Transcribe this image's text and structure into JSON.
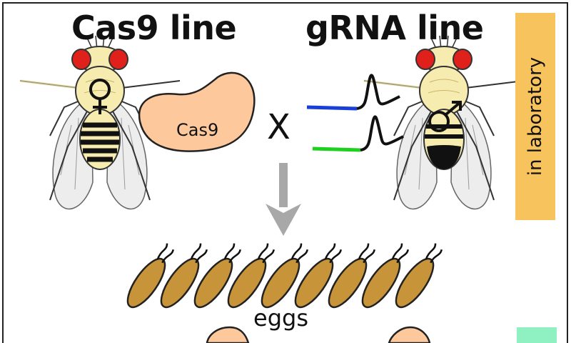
{
  "titles": {
    "left": "Cas9 line",
    "right": "gRNA line"
  },
  "protein_label": "Cas9",
  "cross_symbol": "X",
  "offspring_label": "eggs",
  "environment_label": "in laboratory",
  "female_symbol": "♀",
  "male_symbol": "♂",
  "egg_count": 9,
  "colors": {
    "cas9_protein": "#fcc89c",
    "egg": "#c8943a",
    "lab_box": "#f7c35c",
    "second_box": "#8ff0c2",
    "grna_blue": "#1a3fd6",
    "grna_green": "#1fd11f",
    "arrow": "#a8a8a8",
    "fly_body": "#f7ecb0",
    "fly_eye": "#e0201a"
  }
}
